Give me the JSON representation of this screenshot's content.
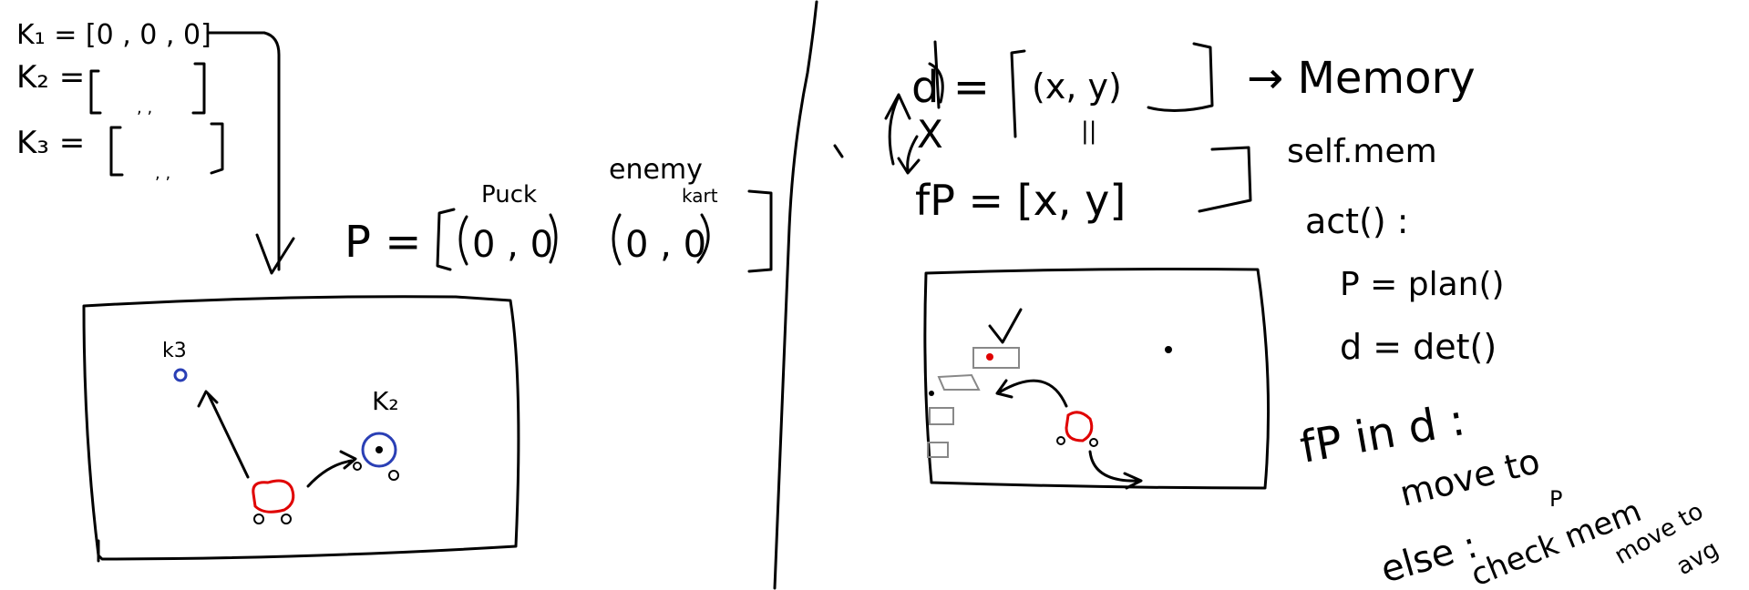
{
  "left": {
    "k1": "K₁ = [0 , 0 , 0]",
    "k2": "K₂ =",
    "k2_inner": ", ,",
    "k3": "K₃ =",
    "k3_inner": ", ,",
    "p_lhs": "P =",
    "puck_label": "Puck",
    "enemy_label": "enemy",
    "kart_label": "kart",
    "p_inner_1": "0 , 0",
    "p_inner_2": "0 , 0",
    "k3_marker": "k3",
    "k2_marker": "K₂"
  },
  "right": {
    "d_eq": "d =",
    "d_inner": "(x, y)",
    "x_label": "X",
    "memory_label": "→ Memory",
    "fp_eq": "fP = [x, y]",
    "self_mem": "self.mem",
    "act": "act() :",
    "plan_line": "P = plan()",
    "det_line": "d = det()",
    "if_line": "fP in d :",
    "move_line": "move to",
    "move_sub": "P",
    "else_line": "else :",
    "check_line": "check mem",
    "move_to_avg": "move to",
    "avg_line": "avg"
  },
  "colors": {
    "ink": "#000000",
    "kart": "#e00000",
    "puck_ring": "#2a3fb5",
    "box": "#888888"
  }
}
